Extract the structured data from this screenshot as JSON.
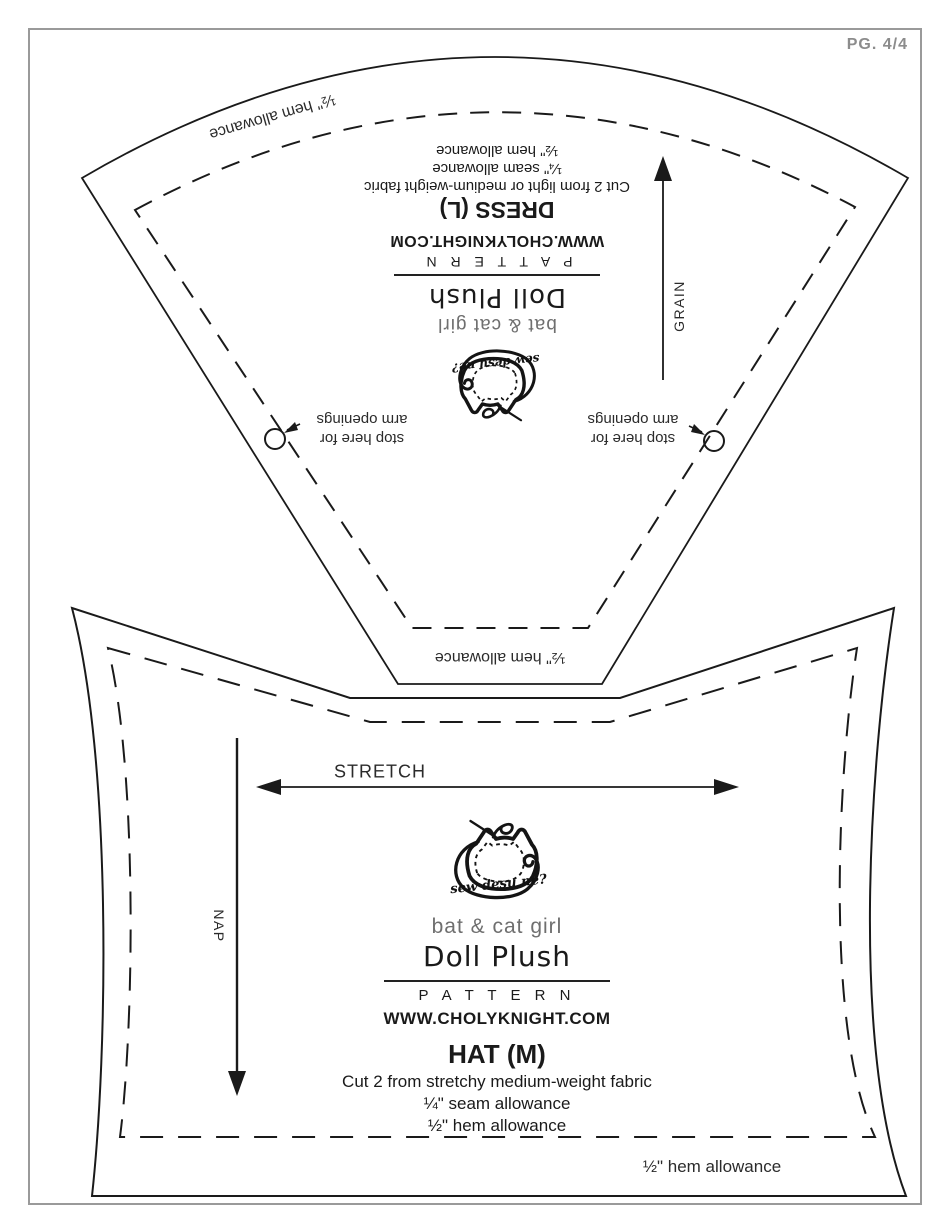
{
  "page": {
    "label": "PG. 4/4"
  },
  "brand": {
    "logo_text": "sew desu ne?",
    "series": "bat & cat girl",
    "product": "Doll Plush",
    "pattern_label": "P A T T E R N",
    "website": "WWW.CHOLYKNIGHT.COM"
  },
  "dress": {
    "name": "DRESS (L)",
    "cut_note": "Cut 2 from light or medium-weight fabric",
    "seam_note": "¼\" seam allowance",
    "hem_note": "½\" hem allowance",
    "hem_label_top": "½\" hem allowance",
    "hem_label_bottom": "½\" hem allowance",
    "grain_label": "GRAIN",
    "arm_label_line1": "stop here for",
    "arm_label_line2": "arm openings"
  },
  "hat": {
    "name": "HAT (M)",
    "cut_note": "Cut 2 from stretchy medium-weight fabric",
    "seam_note": "¼\" seam allowance",
    "hem_note": "½\" hem allowance",
    "hem_label": "½\" hem allowance",
    "stretch_label": "STRETCH",
    "nap_label": "NAP"
  },
  "colors": {
    "line": "#1a1a1a",
    "frame_gray": "#9a9a9a",
    "page_number_gray": "#8c8c8c",
    "muted_text": "#6f6f6f",
    "background": "#ffffff"
  }
}
